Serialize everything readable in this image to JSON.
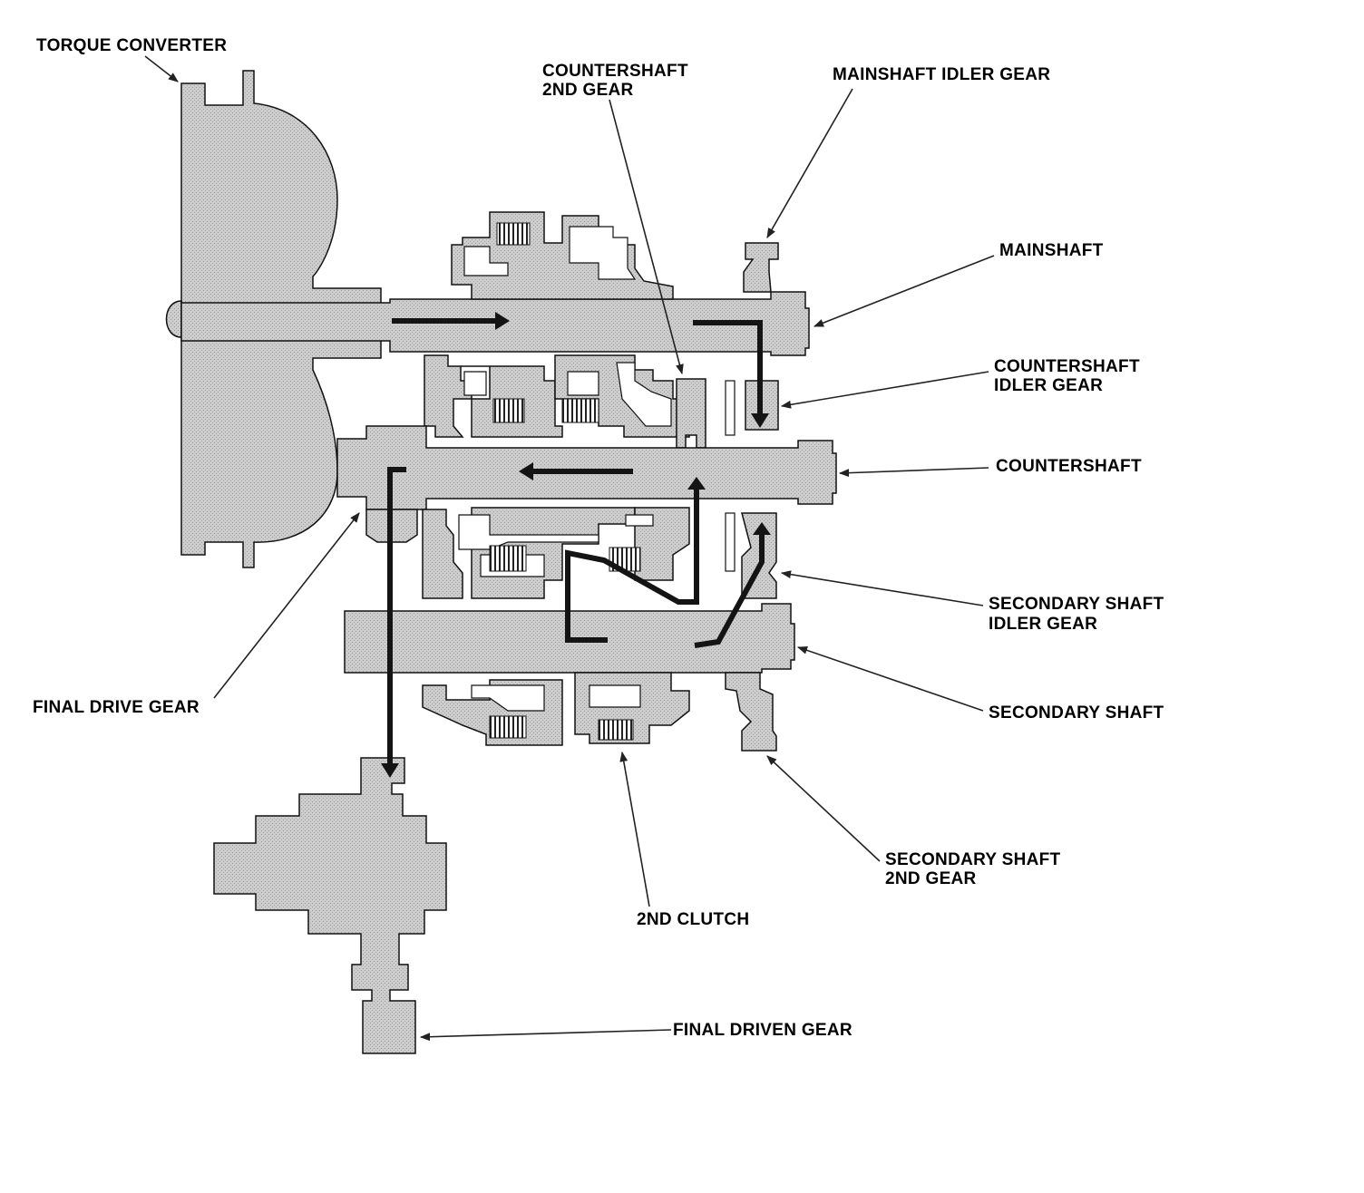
{
  "colors": {
    "housing_fill": "#c9c9c9",
    "outline": "#111111",
    "power_flow": "#141414",
    "leader": "#222222",
    "label": "#000000"
  },
  "labels": {
    "torque_converter": "TORQUE CONVERTER",
    "countershaft_2nd_gear_line1": "COUNTERSHAFT",
    "countershaft_2nd_gear_line2": "2ND GEAR",
    "mainshaft_idler_gear": "MAINSHAFT IDLER GEAR",
    "mainshaft": "MAINSHAFT",
    "countershaft_idler_gear_line1": "COUNTERSHAFT",
    "countershaft_idler_gear_line2": "IDLER GEAR",
    "countershaft": "COUNTERSHAFT",
    "secondary_shaft_idler_gear_line1": "SECONDARY SHAFT",
    "secondary_shaft_idler_gear_line2": "IDLER GEAR",
    "secondary_shaft": "SECONDARY SHAFT",
    "final_drive_gear": "FINAL DRIVE GEAR",
    "secondary_shaft_2nd_gear_line1": "SECONDARY SHAFT",
    "secondary_shaft_2nd_gear_line2": "2ND GEAR",
    "second_clutch": "2ND CLUTCH",
    "final_driven_gear": "FINAL DRIVEN GEAR"
  }
}
